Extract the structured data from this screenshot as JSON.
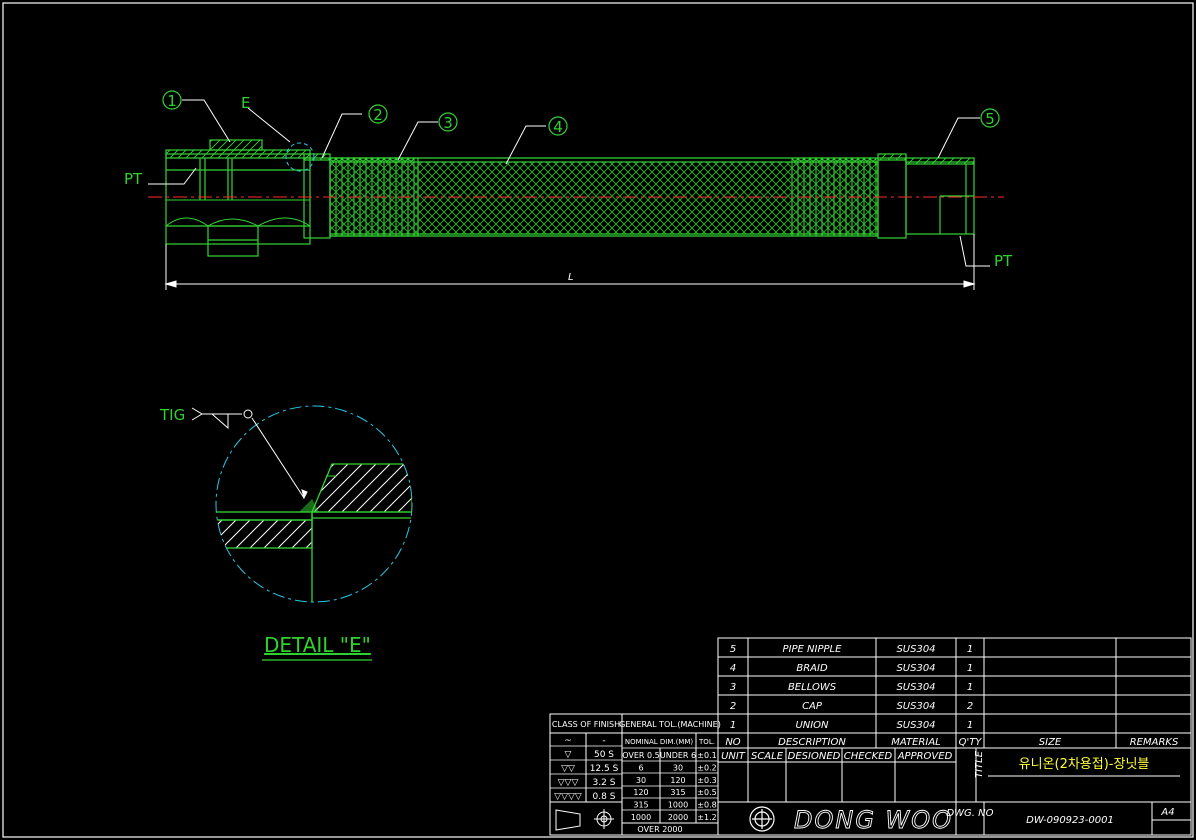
{
  "colors": {
    "background": "#000000",
    "part_lines": "#33d433",
    "centerline": "#ff2a2a",
    "detail_circle": "#29c8e8",
    "text_white": "#ffffff",
    "title_yellow": "#ffff3a"
  },
  "drawing": {
    "balloons": [
      "1",
      "2",
      "3",
      "4",
      "5"
    ],
    "labels": {
      "detail_ref": "E",
      "pt_left": "PT",
      "pt_right": "PT",
      "length": "L",
      "weld": "TIG"
    },
    "detail_title": "DETAIL  \"E\""
  },
  "title_block": {
    "bom_rows": [
      {
        "no": "5",
        "description": "PIPE NIPPLE",
        "material": "SUS304",
        "qty": "1"
      },
      {
        "no": "4",
        "description": "BRAID",
        "material": "SUS304",
        "qty": "1"
      },
      {
        "no": "3",
        "description": "BELLOWS",
        "material": "SUS304",
        "qty": "1"
      },
      {
        "no": "2",
        "description": "CAP",
        "material": "SUS304",
        "qty": "2"
      },
      {
        "no": "1",
        "description": "UNION",
        "material": "SUS304",
        "qty": "1"
      }
    ],
    "headers": {
      "no": "NO",
      "description": "DESCRIPTION",
      "material": "MATERIAL",
      "qty": "Q'TY",
      "size": "SIZE",
      "remarks": "REMARKS"
    },
    "sign_headers": {
      "unit": "UNIT",
      "scale": "SCALE",
      "designed": "DESIONED",
      "checked": "CHECKED",
      "approved": "APPROVED"
    },
    "title_label": "TITLE",
    "title": "유니온(2차용접)-장닛블",
    "company": "DONG WOO",
    "dwg_no_label": "DWG. NO",
    "dwg_no": "DW-090923-0001",
    "sheet_size": "A4",
    "finish": {
      "header": "CLASS OF FINISH",
      "rows": [
        {
          "symbol": "~",
          "value": "-"
        },
        {
          "symbol": "▽",
          "value": "50 S"
        },
        {
          "symbol": "▽▽",
          "value": "12.5 S"
        },
        {
          "symbol": "▽▽▽",
          "value": "3.2 S"
        },
        {
          "symbol": "▽▽▽▽",
          "value": "0.8 S"
        }
      ]
    },
    "tolerance": {
      "header": "GENERAL TOL.(MACHINE)",
      "col_nominal": "NOMINAL DIM.(MM)",
      "col_tol": "TOL.",
      "rows": [
        {
          "over": "OVER 0.5",
          "under": "UNDER 6",
          "tol": "±0.1"
        },
        {
          "over": "6",
          "under": "30",
          "tol": "±0.2"
        },
        {
          "over": "30",
          "under": "120",
          "tol": "±0.3"
        },
        {
          "over": "120",
          "under": "315",
          "tol": "±0.5"
        },
        {
          "over": "315",
          "under": "1000",
          "tol": "±0.8"
        },
        {
          "over": "1000",
          "under": "2000",
          "tol": "±1.2"
        }
      ],
      "last": "OVER 2000"
    }
  }
}
